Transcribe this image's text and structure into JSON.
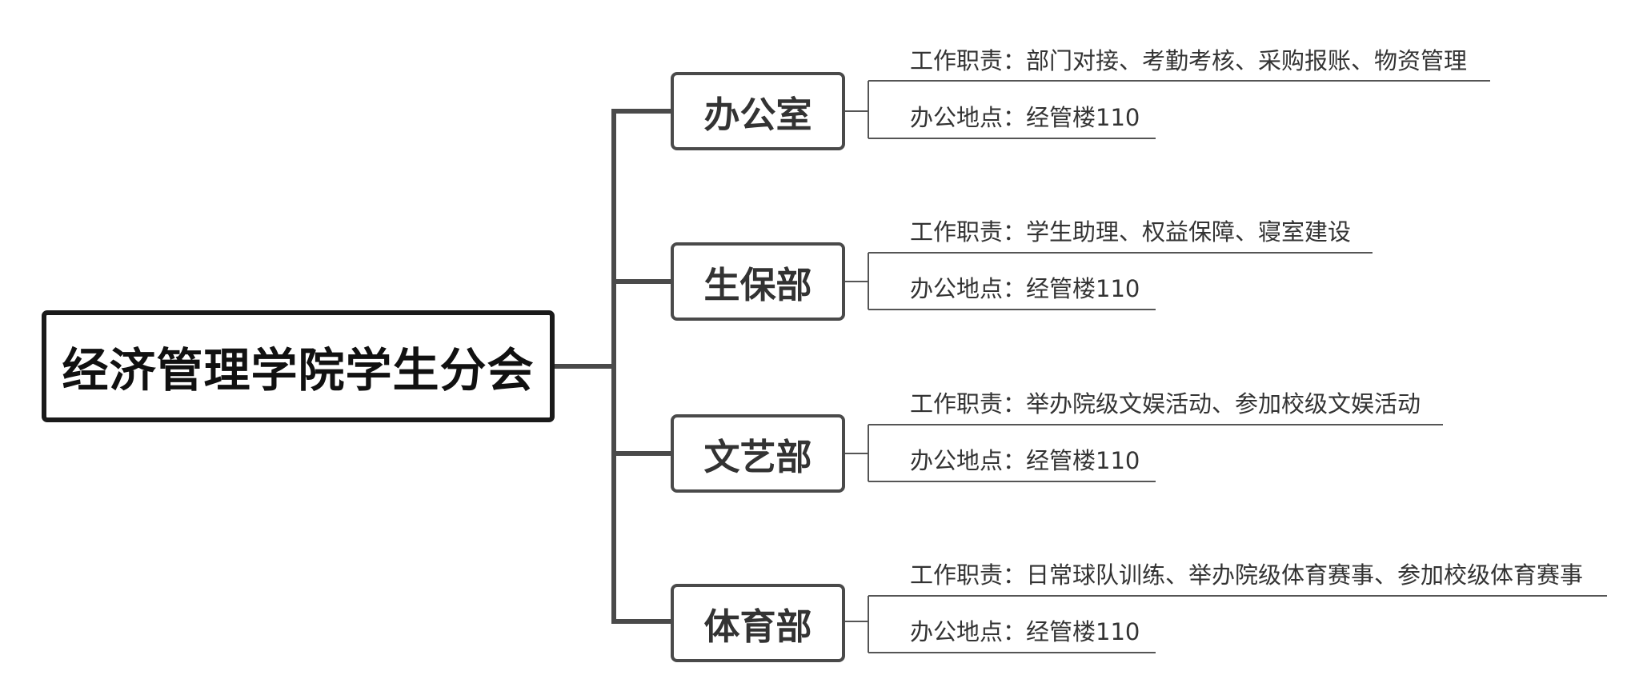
{
  "root": {
    "title": "经济管理学院学生分会"
  },
  "departments": [
    {
      "name": "办公室",
      "duty": "工作职责：部门对接、考勤考核、采购报账、物资管理",
      "location": "办公地点：经管楼110"
    },
    {
      "name": "生保部",
      "duty": "工作职责：学生助理、权益保障、寝室建设",
      "location": "办公地点：经管楼110"
    },
    {
      "name": "文艺部",
      "duty": "工作职责：举办院级文娱活动、参加校级文娱活动",
      "location": "办公地点：经管楼110"
    },
    {
      "name": "体育部",
      "duty": "工作职责：日常球队训练、举办院级体育赛事、参加校级体育赛事",
      "location": "办公地点：经管楼110"
    }
  ],
  "colors": {
    "root_border": "#1a1a1a",
    "dept_border": "#4a4a4a",
    "connector": "#4a4a4a",
    "text": "#333333"
  }
}
